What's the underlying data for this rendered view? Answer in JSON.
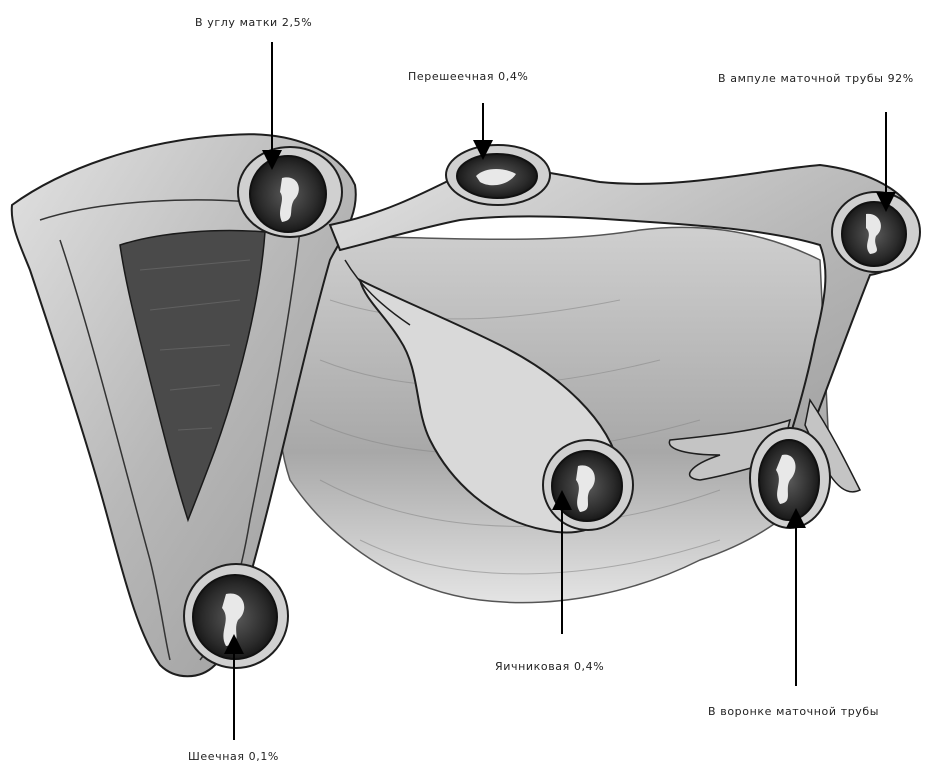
{
  "labels": {
    "uterine_corner": "В углу матки 2,5%",
    "isthmic": "Перешеечная 0,4%",
    "ampullary": "В ампуле маточной трубы 92%",
    "ovarian": "Яичниковая 0,4%",
    "infundibular": "В воронке маточной трубы",
    "cervical": "Шеечная 0,1%"
  },
  "colors": {
    "tissue_light": "#cfcfcf",
    "tissue_mid": "#9a9a9a",
    "tissue_dark": "#4a4a4a",
    "outline": "#1e1e1e",
    "sac": "#2a2a2a",
    "embryo": "#e8e8e8",
    "arrow": "#000000"
  }
}
